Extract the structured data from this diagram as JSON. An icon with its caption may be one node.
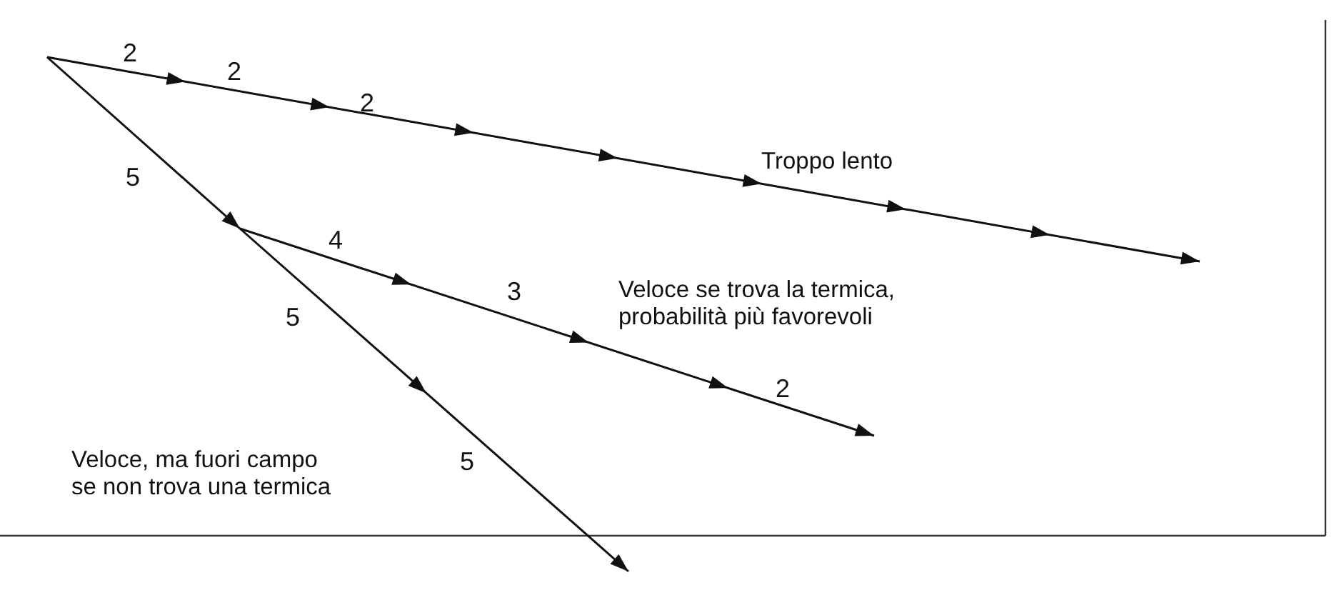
{
  "diagram": {
    "labels": [
      "2",
      "2",
      "2",
      "Troppo lento",
      "5",
      "4",
      "Veloce se trova la termica, probabilità più favorevoli",
      "3",
      "5",
      "2",
      "5",
      "Veloce, ma fuori campo se non trova una termica"
    ]
  }
}
